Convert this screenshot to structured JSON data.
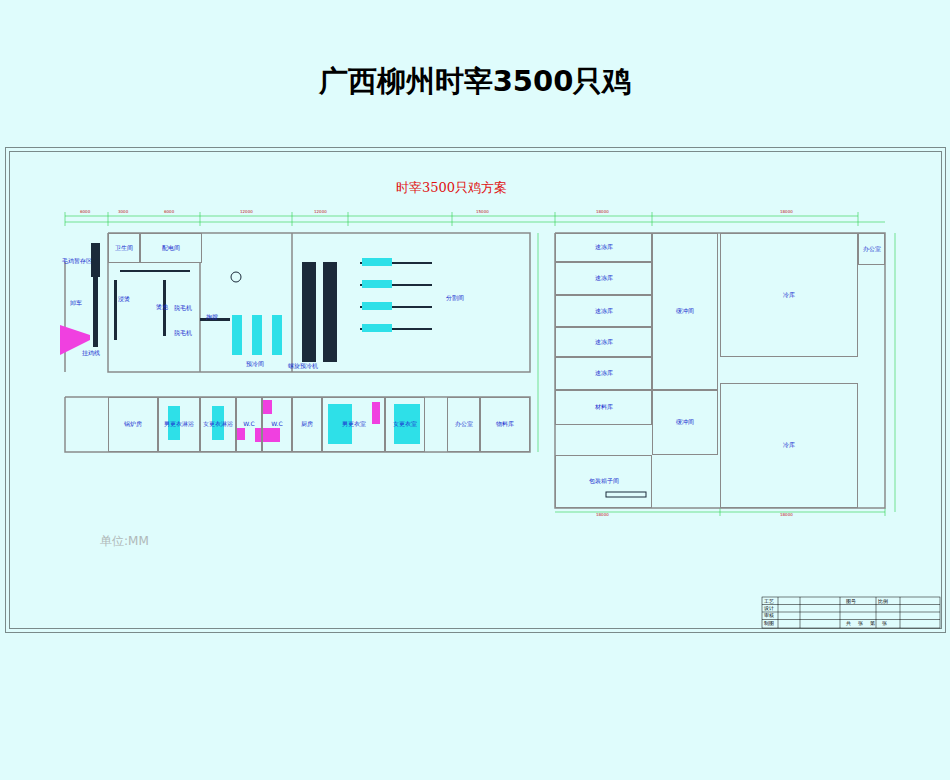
{
  "diagram": {
    "title": "广西柳州时宰3500只鸡",
    "nodes": [
      {
        "text": [
          "卫生间"
        ]
      },
      {
        "text": [
          "配电间"
        ]
      },
      {
        "text": [
          "速冻库"
        ]
      },
      {
        "text": [
          "缓冲间"
        ]
      },
      {
        "text": [
          "冷库"
        ]
      },
      {
        "text": [
          "办公室"
        ]
      },
      {
        "text": [
          "速冻库"
        ]
      },
      {
        "text": [
          "速冻库"
        ]
      },
      {
        "text": [
          "速冻库"
        ]
      },
      {
        "text": [
          "速冻库"
        ]
      },
      {
        "text": [
          "冷库"
        ]
      },
      {
        "text": [
          "材料库"
        ]
      },
      {
        "text": [
          "锅炉房"
        ]
      },
      {
        "text": [
          "男更衣淋浴"
        ]
      },
      {
        "text": [
          "女更衣淋浴"
        ]
      },
      {
        "text": [
          "W.C"
        ]
      },
      {
        "text": [
          "W.C"
        ]
      },
      {
        "text": [
          "厨房"
        ]
      },
      {
        "text": [
          "男更衣室"
        ]
      },
      {
        "text": [
          "女更衣室"
        ]
      },
      {
        "text": [
          "办公室"
        ]
      },
      {
        "text": [
          "物料库"
        ]
      },
      {
        "text": [
          "缓冲间"
        ]
      },
      {
        "text": [
          "包装箱子间"
        ]
      }
    ],
    "labels": [
      "时宰3500只鸡方案",
      "单位:MM",
      "毛鸡暂存区",
      "卸车",
      "挂鸡线",
      "浸烫",
      "烫池",
      "脱毛机",
      "脱毛机",
      "掏膛",
      "预冷间",
      "螺旋预冷机",
      "分割间",
      "6000",
      "3000",
      "6000",
      "12000",
      "12000",
      "15000",
      "18000",
      "18000",
      "18000",
      "18000",
      "工艺",
      "设计",
      "审核",
      "制图",
      "图号",
      "比例",
      "共",
      "张",
      "第",
      "张"
    ]
  }
}
